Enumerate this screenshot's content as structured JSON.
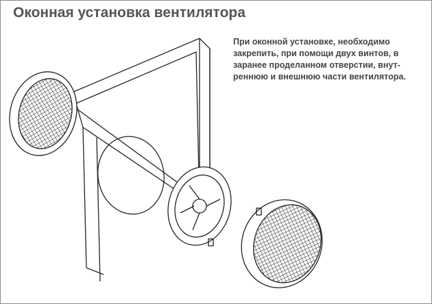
{
  "title": "Оконная установка вентилятора",
  "description": [
    "При оконной установке, необходимо",
    "закрепить, при помощи двух винтов, в",
    "заранее проделанном отверстии, внут-",
    "реннюю и внешнюю части вентилятора."
  ]
}
